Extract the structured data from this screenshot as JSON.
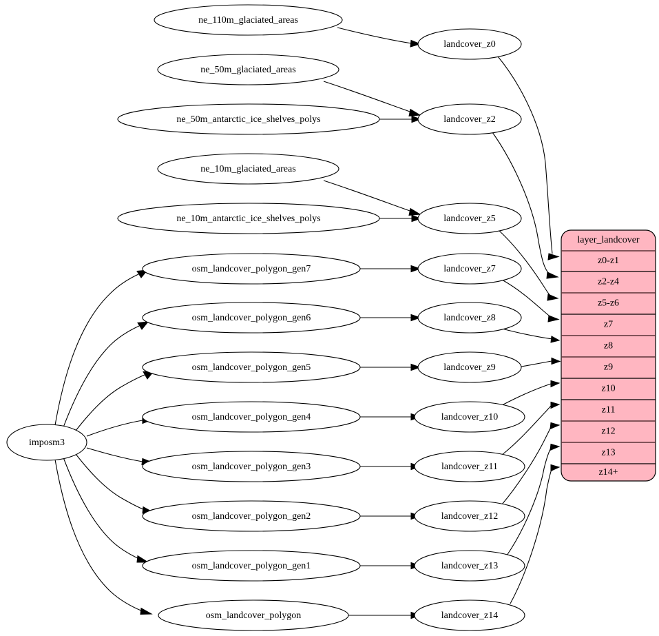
{
  "diagram": {
    "type": "graphviz-directed-graph",
    "background_color": "#ffffff",
    "node_fill": "#ffffff",
    "node_stroke": "#000000",
    "table_fill": "#ffb6c1",
    "source_node": {
      "id": "imposm3",
      "label": "imposm3"
    },
    "natural_earth_sources": [
      {
        "id": "ne_110m_glaciated_areas",
        "label": "ne_110m_glaciated_areas"
      },
      {
        "id": "ne_50m_glaciated_areas",
        "label": "ne_50m_glaciated_areas"
      },
      {
        "id": "ne_50m_antarctic_ice_shelves_polys",
        "label": "ne_50m_antarctic_ice_shelves_polys"
      },
      {
        "id": "ne_10m_glaciated_areas",
        "label": "ne_10m_glaciated_areas"
      },
      {
        "id": "ne_10m_antarctic_ice_shelves_polys",
        "label": "ne_10m_antarctic_ice_shelves_polys"
      }
    ],
    "osm_sources": [
      {
        "id": "osm_landcover_polygon_gen7",
        "label": "osm_landcover_polygon_gen7"
      },
      {
        "id": "osm_landcover_polygon_gen6",
        "label": "osm_landcover_polygon_gen6"
      },
      {
        "id": "osm_landcover_polygon_gen5",
        "label": "osm_landcover_polygon_gen5"
      },
      {
        "id": "osm_landcover_polygon_gen4",
        "label": "osm_landcover_polygon_gen4"
      },
      {
        "id": "osm_landcover_polygon_gen3",
        "label": "osm_landcover_polygon_gen3"
      },
      {
        "id": "osm_landcover_polygon_gen2",
        "label": "osm_landcover_polygon_gen2"
      },
      {
        "id": "osm_landcover_polygon_gen1",
        "label": "osm_landcover_polygon_gen1"
      },
      {
        "id": "osm_landcover_polygon",
        "label": "osm_landcover_polygon"
      }
    ],
    "landcover_views": [
      {
        "id": "landcover_z0",
        "label": "landcover_z0"
      },
      {
        "id": "landcover_z2",
        "label": "landcover_z2"
      },
      {
        "id": "landcover_z5",
        "label": "landcover_z5"
      },
      {
        "id": "landcover_z7",
        "label": "landcover_z7"
      },
      {
        "id": "landcover_z8",
        "label": "landcover_z8"
      },
      {
        "id": "landcover_z9",
        "label": "landcover_z9"
      },
      {
        "id": "landcover_z10",
        "label": "landcover_z10"
      },
      {
        "id": "landcover_z11",
        "label": "landcover_z11"
      },
      {
        "id": "landcover_z12",
        "label": "landcover_z12"
      },
      {
        "id": "landcover_z13",
        "label": "landcover_z13"
      },
      {
        "id": "landcover_z14",
        "label": "landcover_z14"
      }
    ],
    "layer_table": {
      "title": "layer_landcover",
      "rows": [
        {
          "label": "z0-z1"
        },
        {
          "label": "z2-z4"
        },
        {
          "label": "z5-z6"
        },
        {
          "label": "z7"
        },
        {
          "label": "z8"
        },
        {
          "label": "z9"
        },
        {
          "label": "z10"
        },
        {
          "label": "z11"
        },
        {
          "label": "z12"
        },
        {
          "label": "z13"
        },
        {
          "label": "z14+"
        }
      ]
    },
    "edges": [
      {
        "from": "ne_110m_glaciated_areas",
        "to": "landcover_z0"
      },
      {
        "from": "ne_50m_glaciated_areas",
        "to": "landcover_z2"
      },
      {
        "from": "ne_50m_antarctic_ice_shelves_polys",
        "to": "landcover_z2"
      },
      {
        "from": "ne_10m_glaciated_areas",
        "to": "landcover_z5"
      },
      {
        "from": "ne_10m_antarctic_ice_shelves_polys",
        "to": "landcover_z5"
      },
      {
        "from": "imposm3",
        "to": "osm_landcover_polygon_gen7"
      },
      {
        "from": "imposm3",
        "to": "osm_landcover_polygon_gen6"
      },
      {
        "from": "imposm3",
        "to": "osm_landcover_polygon_gen5"
      },
      {
        "from": "imposm3",
        "to": "osm_landcover_polygon_gen4"
      },
      {
        "from": "imposm3",
        "to": "osm_landcover_polygon_gen3"
      },
      {
        "from": "imposm3",
        "to": "osm_landcover_polygon_gen2"
      },
      {
        "from": "imposm3",
        "to": "osm_landcover_polygon_gen1"
      },
      {
        "from": "imposm3",
        "to": "osm_landcover_polygon"
      },
      {
        "from": "osm_landcover_polygon_gen7",
        "to": "landcover_z7"
      },
      {
        "from": "osm_landcover_polygon_gen6",
        "to": "landcover_z8"
      },
      {
        "from": "osm_landcover_polygon_gen5",
        "to": "landcover_z9"
      },
      {
        "from": "osm_landcover_polygon_gen4",
        "to": "landcover_z10"
      },
      {
        "from": "osm_landcover_polygon_gen3",
        "to": "landcover_z11"
      },
      {
        "from": "osm_landcover_polygon_gen2",
        "to": "landcover_z12"
      },
      {
        "from": "osm_landcover_polygon_gen1",
        "to": "landcover_z13"
      },
      {
        "from": "osm_landcover_polygon",
        "to": "landcover_z14"
      },
      {
        "from": "landcover_z0",
        "to": "layer_landcover:z0-z1"
      },
      {
        "from": "landcover_z2",
        "to": "layer_landcover:z2-z4"
      },
      {
        "from": "landcover_z5",
        "to": "layer_landcover:z5-z6"
      },
      {
        "from": "landcover_z7",
        "to": "layer_landcover:z7"
      },
      {
        "from": "landcover_z8",
        "to": "layer_landcover:z8"
      },
      {
        "from": "landcover_z9",
        "to": "layer_landcover:z9"
      },
      {
        "from": "landcover_z10",
        "to": "layer_landcover:z10"
      },
      {
        "from": "landcover_z11",
        "to": "layer_landcover:z11"
      },
      {
        "from": "landcover_z12",
        "to": "layer_landcover:z12"
      },
      {
        "from": "landcover_z13",
        "to": "layer_landcover:z13"
      },
      {
        "from": "landcover_z14",
        "to": "layer_landcover:z14+"
      }
    ]
  }
}
